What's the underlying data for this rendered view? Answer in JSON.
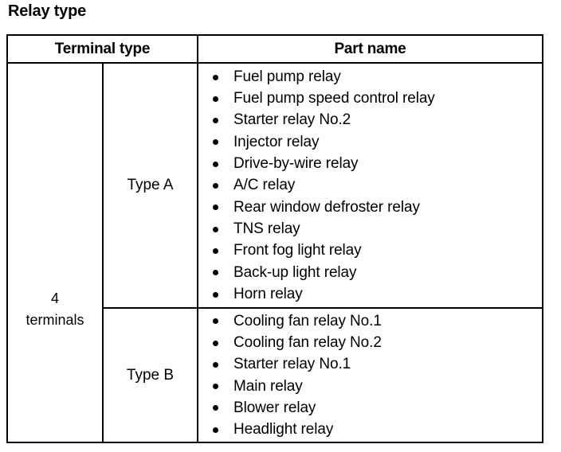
{
  "page": {
    "title": "Relay type"
  },
  "table": {
    "headers": {
      "terminal_type": "Terminal type",
      "part_name": "Part name"
    },
    "terminal_group": {
      "count_line": "4",
      "unit_line": "terminals"
    },
    "rows": [
      {
        "type_label": "Type A",
        "parts": [
          "Fuel pump relay",
          "Fuel pump speed control relay",
          "Starter relay No.2",
          "Injector relay",
          "Drive-by-wire relay",
          "A/C relay",
          "Rear window defroster relay",
          "TNS relay",
          "Front fog light relay",
          "Back-up light relay",
          "Horn relay"
        ]
      },
      {
        "type_label": "Type B",
        "parts": [
          "Cooling fan relay No.1",
          "Cooling fan relay No.2",
          "Starter relay No.1",
          "Main relay",
          "Blower relay",
          "Headlight relay"
        ]
      }
    ]
  },
  "colors": {
    "ink": "#000000",
    "paper": "#ffffff"
  }
}
